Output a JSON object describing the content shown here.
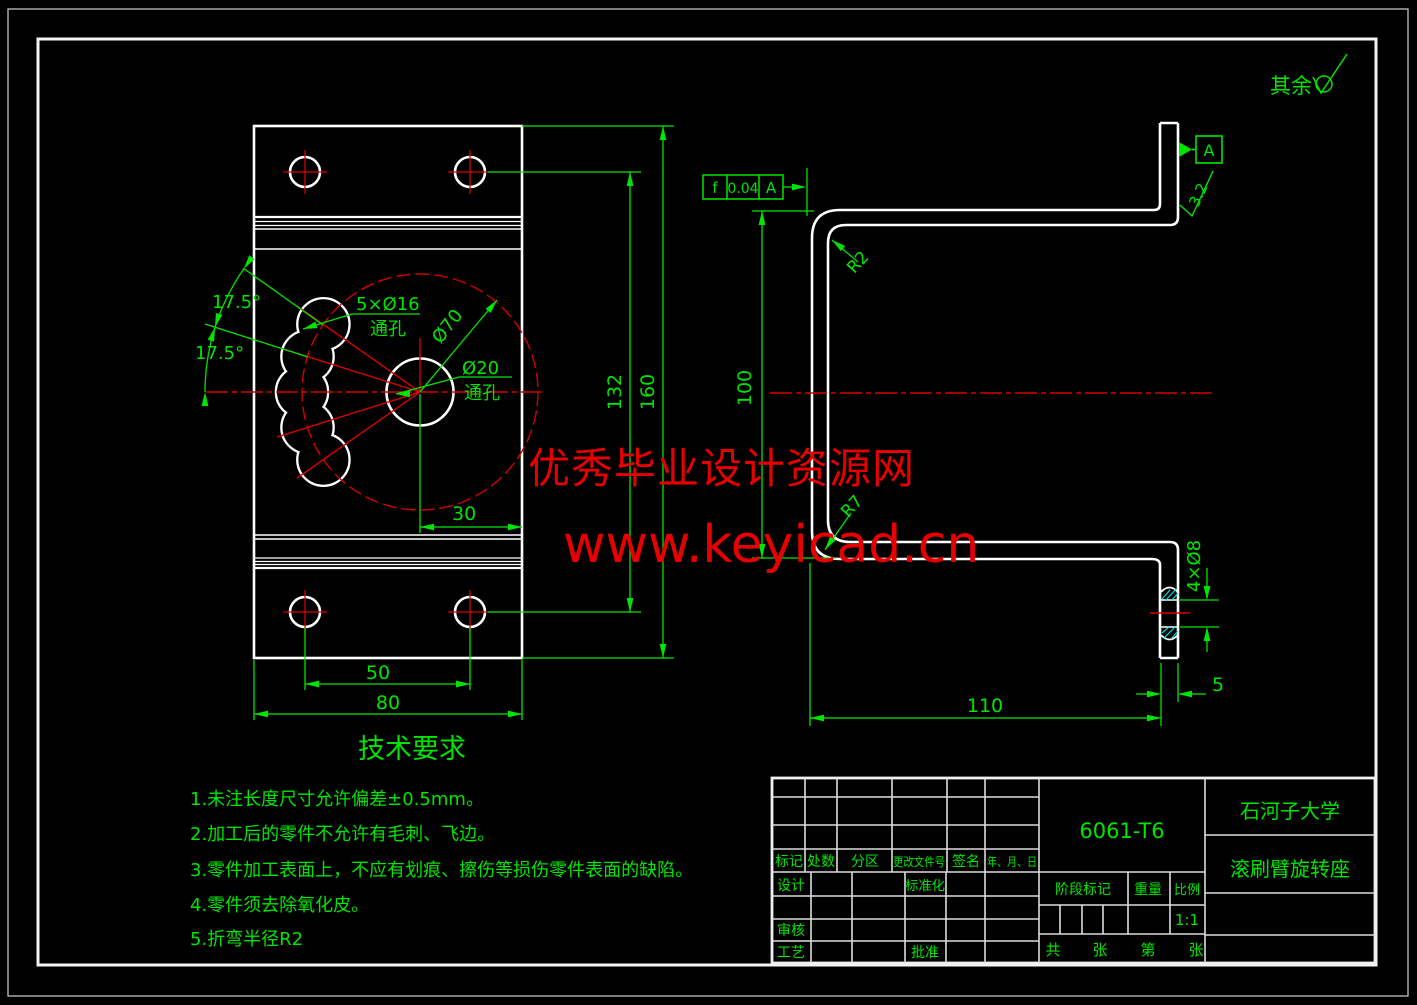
{
  "finish_note": {
    "prefix": "其余"
  },
  "watermark": {
    "line1": "优秀毕业设计资源网",
    "line2": "www.keyicad.cn"
  },
  "front_view": {
    "angle_dim_1": "17.5°",
    "angle_dim_2": "17.5°",
    "slot_holes_line1": "5×Ø16",
    "slot_holes_line2": "通孔",
    "bolt_circle": "Ø70",
    "center_hole_line1": "Ø20",
    "center_hole_line2": "通孔",
    "dim_30": "30",
    "dim_50": "50",
    "dim_80": "80",
    "dim_132": "132",
    "dim_160": "160"
  },
  "side_view": {
    "fcf_symbol": "f",
    "fcf_tolerance": "0.04",
    "fcf_datum": "A",
    "datum_label": "A",
    "surface_roughness": "3.2",
    "radius_top": "R2",
    "radius_bottom": "R7",
    "dim_100": "100",
    "dim_110": "110",
    "dim_5": "5",
    "holes_label": "4×Ø8"
  },
  "tech_requirements": {
    "title": "技术要求",
    "items": [
      "1.未注长度尺寸允许偏差±0.5mm。",
      "2.加工后的零件不允许有毛刺、飞边。",
      "3.零件加工表面上，不应有划痕、擦伤等损伤零件表面的缺陷。",
      "4.零件须去除氧化皮。",
      "5.折弯半径R2"
    ]
  },
  "title_block": {
    "material": "6061-T6",
    "company": "石河子大学",
    "part_name": "滚刷臂旋转座",
    "rev_headers": [
      "标记",
      "处数",
      "分区",
      "更改文件号",
      "签名",
      "年、月、日"
    ],
    "design_label": "设计",
    "standard_label": "标准化",
    "check_label": "审核",
    "process_label": "工艺",
    "approve_label": "批准",
    "stage_label": "阶段标记",
    "weight_label": "重量",
    "scale_label": "比例",
    "scale_value": "1:1",
    "sheet_total_label": "共",
    "sheet_label_1": "张",
    "sheet_no_label": "第",
    "sheet_label_2": "张"
  }
}
